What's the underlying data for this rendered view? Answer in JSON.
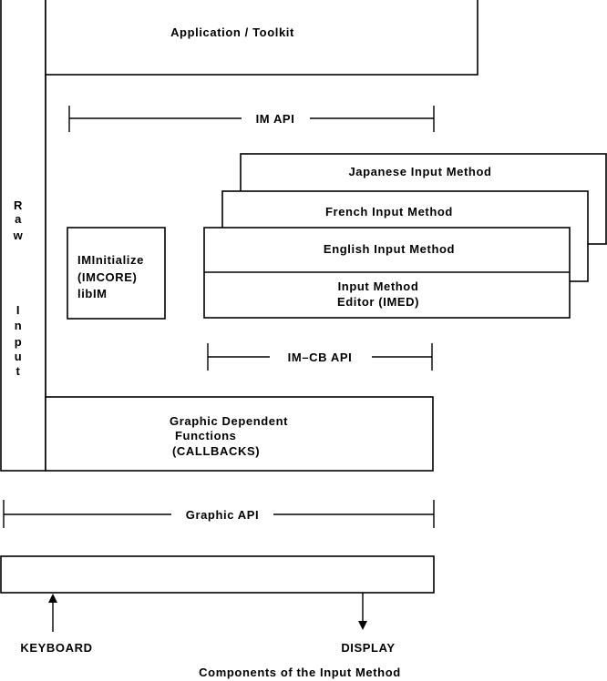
{
  "application_toolkit": "Application / Toolkit",
  "im_api": "IM API",
  "raw_input": [
    "R",
    "a",
    "w",
    "I",
    "n",
    "p",
    "u",
    "t"
  ],
  "im_initialize": [
    "IMInitialize",
    "(IMCORE)",
    "libIM"
  ],
  "japanese_im": "Japanese Input Method",
  "french_im": "French Input Method",
  "english_im": "English Input Method",
  "imed": [
    "Input Method",
    "Editor (IMED)"
  ],
  "imcb_api": "IM–CB API",
  "graphic_functions": [
    "Graphic Dependent",
    "Functions",
    "(CALLBACKS)"
  ],
  "graphic_api": "Graphic API",
  "keyboard": "KEYBOARD",
  "display": "DISPLAY",
  "caption": "Components of the Input Method"
}
